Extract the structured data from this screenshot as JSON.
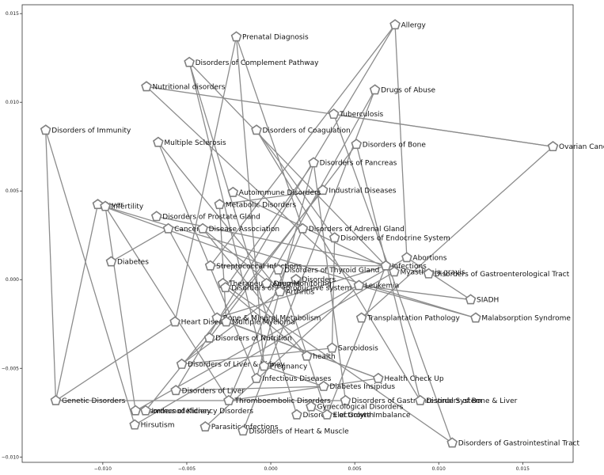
{
  "axes": {
    "xlim": [
      -0.0148,
      0.018
    ],
    "ylim": [
      -0.0103,
      0.0155
    ],
    "x_ticks": [
      {
        "value": -0.01,
        "label": "−0.010"
      },
      {
        "value": -0.005,
        "label": "−0.005"
      },
      {
        "value": 0.0,
        "label": "0.000"
      },
      {
        "value": 0.005,
        "label": "0.005"
      },
      {
        "value": 0.01,
        "label": "0.010"
      },
      {
        "value": 0.015,
        "label": "0.015"
      }
    ],
    "y_ticks": [
      {
        "value": 0.015,
        "label": "0.015"
      },
      {
        "value": 0.01,
        "label": "0.010"
      },
      {
        "value": 0.005,
        "label": "0.005"
      },
      {
        "value": 0.0,
        "label": "0.000"
      },
      {
        "value": -0.005,
        "label": "−0.005"
      },
      {
        "value": -0.01,
        "label": "−0.010"
      }
    ]
  },
  "chart_data": {
    "type": "network",
    "node_shape": "pentagon",
    "node_color": "#808080",
    "edge_color": "#8c8c8c",
    "nodes": [
      {
        "id": "allergy",
        "label": "Allergy",
        "x": 0.0074,
        "y": 0.01437
      },
      {
        "id": "prenatal",
        "label": "Prenatal Diagnosis",
        "x": -0.00205,
        "y": 0.01369
      },
      {
        "id": "complement",
        "label": "Disorders of Complement Pathway",
        "x": -0.00485,
        "y": 0.01225
      },
      {
        "id": "nutritional",
        "label": "Nutritional disorders",
        "x": -0.0074,
        "y": 0.01088
      },
      {
        "id": "drugs",
        "label": "Drugs of Abuse",
        "x": 0.0062,
        "y": 0.0107
      },
      {
        "id": "tuberculosis",
        "label": "Tuberculosis",
        "x": 0.00375,
        "y": 0.00933
      },
      {
        "id": "immunity",
        "label": "Disorders of Immunity",
        "x": -0.0134,
        "y": 0.00843
      },
      {
        "id": "coagulation",
        "label": "Disorders of Coagulation",
        "x": -0.00085,
        "y": 0.00843
      },
      {
        "id": "multiple_sclerosis",
        "label": "Multiple Sclerosis",
        "x": -0.0067,
        "y": 0.00774
      },
      {
        "id": "bone",
        "label": "Disorders of Bone",
        "x": 0.0051,
        "y": 0.00763
      },
      {
        "id": "ovarian",
        "label": "Ovarian Cancer",
        "x": 0.0168,
        "y": 0.0075
      },
      {
        "id": "pancreas",
        "label": "Disorders of Pancreas",
        "x": 0.00255,
        "y": 0.00659
      },
      {
        "id": "industrial",
        "label": "Industrial Diseases",
        "x": 0.0031,
        "y": 0.00504
      },
      {
        "id": "autoimmune",
        "label": "Autoimmune Disorders",
        "x": -0.00225,
        "y": 0.00492
      },
      {
        "id": "metabolic",
        "label": "Metabolic Disorders",
        "x": -0.00305,
        "y": 0.00424
      },
      {
        "id": "fever",
        "label": "Fever",
        "x": -0.0103,
        "y": 0.00424
      },
      {
        "id": "infertility",
        "label": "Infertility",
        "x": -0.00985,
        "y": 0.00413
      },
      {
        "id": "prostate",
        "label": "Disorders of Prostate Gland",
        "x": -0.0068,
        "y": 0.00356
      },
      {
        "id": "cancer",
        "label": "Cancer",
        "x": -0.0061,
        "y": 0.00287
      },
      {
        "id": "disease_assoc",
        "label": "Disease Association",
        "x": -0.00405,
        "y": 0.00287
      },
      {
        "id": "adrenal",
        "label": "Disorders of Adrenal Gland",
        "x": 0.0019,
        "y": 0.00287
      },
      {
        "id": "endocrine",
        "label": "Disorders of Endocrine System",
        "x": 0.0038,
        "y": 0.00236
      },
      {
        "id": "diabetes",
        "label": "Diabetes",
        "x": -0.0095,
        "y": 0.00101
      },
      {
        "id": "abortions",
        "label": "Abortions",
        "x": 0.0081,
        "y": 0.00124
      },
      {
        "id": "strep",
        "label": "Streptococcal Infections",
        "x": -0.0036,
        "y": 0.00078
      },
      {
        "id": "infections",
        "label": "Infections",
        "x": 0.00685,
        "y": 0.00078
      },
      {
        "id": "thyroid",
        "label": "Disorders of Thyroid Gland",
        "x": 0.00045,
        "y": 0.00055
      },
      {
        "id": "myasthenia",
        "label": "Myasthenia gravis",
        "x": 0.00735,
        "y": 0.00044
      },
      {
        "id": "gastroenterological",
        "label": "Disorders of Gastroenterological Tract",
        "x": 0.0094,
        "y": 0.00033
      },
      {
        "id": "disorders",
        "label": "Disorders",
        "x": 0.0015,
        "y": 1e-05
      },
      {
        "id": "therapeutic",
        "label": "Therapeutic Drug Monitoring",
        "x": -0.00285,
        "y": -0.00022
      },
      {
        "id": "anemia",
        "label": "Anemia",
        "x": -0.00025,
        "y": -0.00022
      },
      {
        "id": "leukemia",
        "label": "Leukemia",
        "x": 0.00525,
        "y": -0.00033
      },
      {
        "id": "reproductive",
        "label": "Disorders of Reproductive system",
        "x": -0.0027,
        "y": -0.00045
      },
      {
        "id": "arthritis",
        "label": "Arthritis",
        "x": 0.00055,
        "y": -0.00068
      },
      {
        "id": "siadh",
        "label": "SIADH",
        "x": 0.0119,
        "y": -0.00113
      },
      {
        "id": "bone_mineral",
        "label": "Bone & Mineral Metabolism",
        "x": -0.0032,
        "y": -0.00216
      },
      {
        "id": "transplantation",
        "label": "Transplantation Pathology",
        "x": 0.0054,
        "y": -0.00216
      },
      {
        "id": "malabsorption",
        "label": "Malabsorption Syndrome",
        "x": 0.0122,
        "y": -0.00216
      },
      {
        "id": "heart_disease",
        "label": "Heart Disease",
        "x": -0.0057,
        "y": -0.00238
      },
      {
        "id": "myeloma",
        "label": "Multiple Myeloma",
        "x": -0.00265,
        "y": -0.00238
      },
      {
        "id": "nutrition",
        "label": "Disorders of Nutrition",
        "x": -0.00365,
        "y": -0.00329
      },
      {
        "id": "sarcoidosis",
        "label": "Sarcoidosis",
        "x": 0.00365,
        "y": -0.00386
      },
      {
        "id": "health",
        "label": "health",
        "x": 0.00215,
        "y": -0.00431
      },
      {
        "id": "liver_kidney",
        "label": "Disorders of Liver & Kidney",
        "x": -0.0053,
        "y": -0.00477
      },
      {
        "id": "pregnancy",
        "label": "Pregnancy",
        "x": -0.0004,
        "y": -0.00488
      },
      {
        "id": "infectious",
        "label": "Infectious Diseases",
        "x": -0.00085,
        "y": -0.00557
      },
      {
        "id": "health_checkup",
        "label": "Health Check Up",
        "x": 0.0064,
        "y": -0.00557
      },
      {
        "id": "insipidus",
        "label": "Diabetes Insipidus",
        "x": 0.00315,
        "y": -0.00602
      },
      {
        "id": "genetic",
        "label": "Genetic Disorders",
        "x": -0.0128,
        "y": -0.00682
      },
      {
        "id": "liver",
        "label": "Disorders of Liver",
        "x": -0.00565,
        "y": -0.00625
      },
      {
        "id": "thromboembolic",
        "label": "Thromboembolic Disorders",
        "x": -0.0025,
        "y": -0.00682
      },
      {
        "id": "gi_system",
        "label": "Disorders of Gastrointestinal System",
        "x": 0.00445,
        "y": -0.00682
      },
      {
        "id": "bone_liver",
        "label": "Disorders of Bone & Liver",
        "x": 0.0089,
        "y": -0.00682
      },
      {
        "id": "gynecological",
        "label": "Gynecological Disorders",
        "x": 0.0024,
        "y": -0.00716
      },
      {
        "id": "kidney",
        "label": "Disorders of Kidney",
        "x": -0.00805,
        "y": -0.00739
      },
      {
        "id": "immunodeficiency",
        "label": "Immunodeficiency Disorders",
        "x": -0.00745,
        "y": -0.00739
      },
      {
        "id": "growth",
        "label": "Disorders of Growth",
        "x": 0.00155,
        "y": -0.00762
      },
      {
        "id": "electrolyte",
        "label": "Electrolyte Imbalance",
        "x": 0.00335,
        "y": -0.00762
      },
      {
        "id": "hirsutism",
        "label": "Hirsutism",
        "x": -0.0081,
        "y": -0.00819
      },
      {
        "id": "parasitic",
        "label": "Parasitic Infections",
        "x": -0.0039,
        "y": -0.0083
      },
      {
        "id": "heart_muscle",
        "label": "Disorders of Heart & Muscle",
        "x": -0.00165,
        "y": -0.00853
      },
      {
        "id": "gi_tract",
        "label": "Disorders of Gastrointestinal Tract",
        "x": 0.0108,
        "y": -0.00921
      }
    ],
    "edges": [
      [
        "nutritional",
        "ovarian"
      ],
      [
        "nutritional",
        "leukemia"
      ],
      [
        "immunity",
        "genetic"
      ],
      [
        "immunity",
        "hirsutism"
      ],
      [
        "tuberculosis",
        "ovarian"
      ],
      [
        "tuberculosis",
        "gi_tract"
      ],
      [
        "ovarian",
        "transplantation"
      ],
      [
        "allergy",
        "strep"
      ],
      [
        "allergy",
        "abortions"
      ],
      [
        "allergy",
        "liver"
      ],
      [
        "prenatal",
        "adrenal"
      ],
      [
        "prenatal",
        "pregnancy"
      ],
      [
        "complement",
        "infections"
      ],
      [
        "complement",
        "growth"
      ],
      [
        "drugs",
        "anemia"
      ],
      [
        "drugs",
        "heart_muscle"
      ],
      [
        "coagulation",
        "endocrine"
      ],
      [
        "coagulation",
        "bone_liver"
      ],
      [
        "multiple_sclerosis",
        "infectious"
      ],
      [
        "bone",
        "nutrition"
      ],
      [
        "bone",
        "bone_liver"
      ],
      [
        "pancreas",
        "reproductive"
      ],
      [
        "pancreas",
        "gi_system"
      ],
      [
        "industrial",
        "metabolic"
      ],
      [
        "industrial",
        "immunodeficiency"
      ],
      [
        "autoimmune",
        "myasthenia"
      ],
      [
        "fever",
        "genetic"
      ],
      [
        "fever",
        "malabsorption"
      ],
      [
        "fever",
        "thyroid"
      ],
      [
        "infertility",
        "kidney"
      ],
      [
        "infertility",
        "thromboembolic"
      ],
      [
        "prostate",
        "gastroenterological"
      ],
      [
        "cancer",
        "diabetes"
      ],
      [
        "cancer",
        "bone_mineral"
      ],
      [
        "disease_assoc",
        "arthritis"
      ],
      [
        "disease_assoc",
        "health"
      ],
      [
        "adrenal",
        "thromboembolic"
      ],
      [
        "endocrine",
        "sarcoidosis"
      ],
      [
        "abortions",
        "kidney"
      ],
      [
        "abortions",
        "siadh"
      ],
      [
        "strep",
        "infections"
      ],
      [
        "infections",
        "bone_mineral"
      ],
      [
        "infections",
        "electrolyte"
      ],
      [
        "thyroid",
        "electrolyte"
      ],
      [
        "myasthenia",
        "hirsutism"
      ],
      [
        "disorders",
        "liver_kidney"
      ],
      [
        "therapeutic",
        "gi_tract"
      ],
      [
        "leukemia",
        "malabsorption"
      ],
      [
        "leukemia",
        "siadh"
      ],
      [
        "leukemia",
        "parasitic"
      ],
      [
        "reproductive",
        "health"
      ],
      [
        "arthritis",
        "multiple_sclerosis"
      ],
      [
        "myeloma",
        "metabolic"
      ],
      [
        "myeloma",
        "health_checkup"
      ],
      [
        "heart_disease",
        "genetic"
      ],
      [
        "heart_disease",
        "prenatal"
      ],
      [
        "liver_kidney",
        "sarcoidosis"
      ],
      [
        "infectious",
        "pancreas"
      ],
      [
        "pregnancy",
        "insipidus"
      ],
      [
        "pregnancy",
        "complement"
      ],
      [
        "genetic",
        "gi_system"
      ],
      [
        "thromboembolic",
        "health_checkup"
      ],
      [
        "bone_mineral",
        "health_checkup"
      ],
      [
        "gynecological",
        "electrolyte"
      ],
      [
        "nutrition",
        "liver_kidney"
      ],
      [
        "liver",
        "insipidus"
      ]
    ]
  }
}
